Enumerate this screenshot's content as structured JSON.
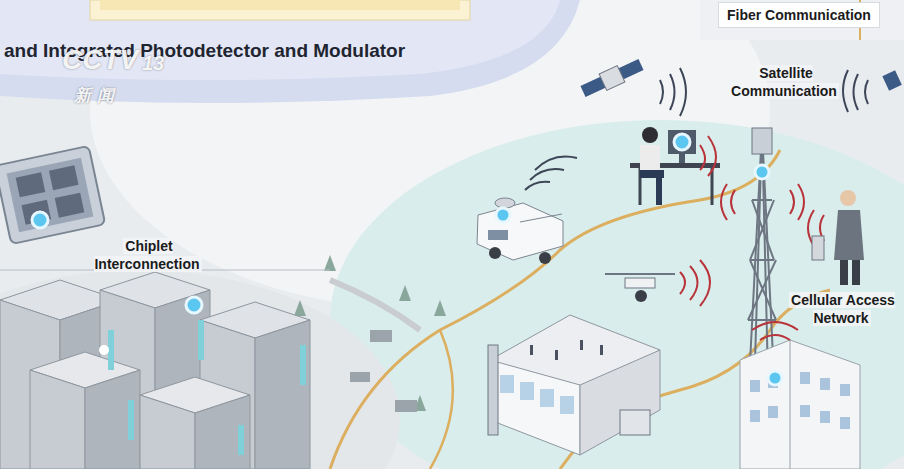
{
  "diagram": {
    "title": "and Integrated Photodetector and Modulator",
    "nodes": [
      {
        "text": [
          "Fiber Communication"
        ]
      }
    ],
    "labels": [
      "Satellite Communication",
      "Chiplet Interconnection",
      "Cellular Access Network",
      "CCTV",
      "13",
      "新闻"
    ]
  }
}
